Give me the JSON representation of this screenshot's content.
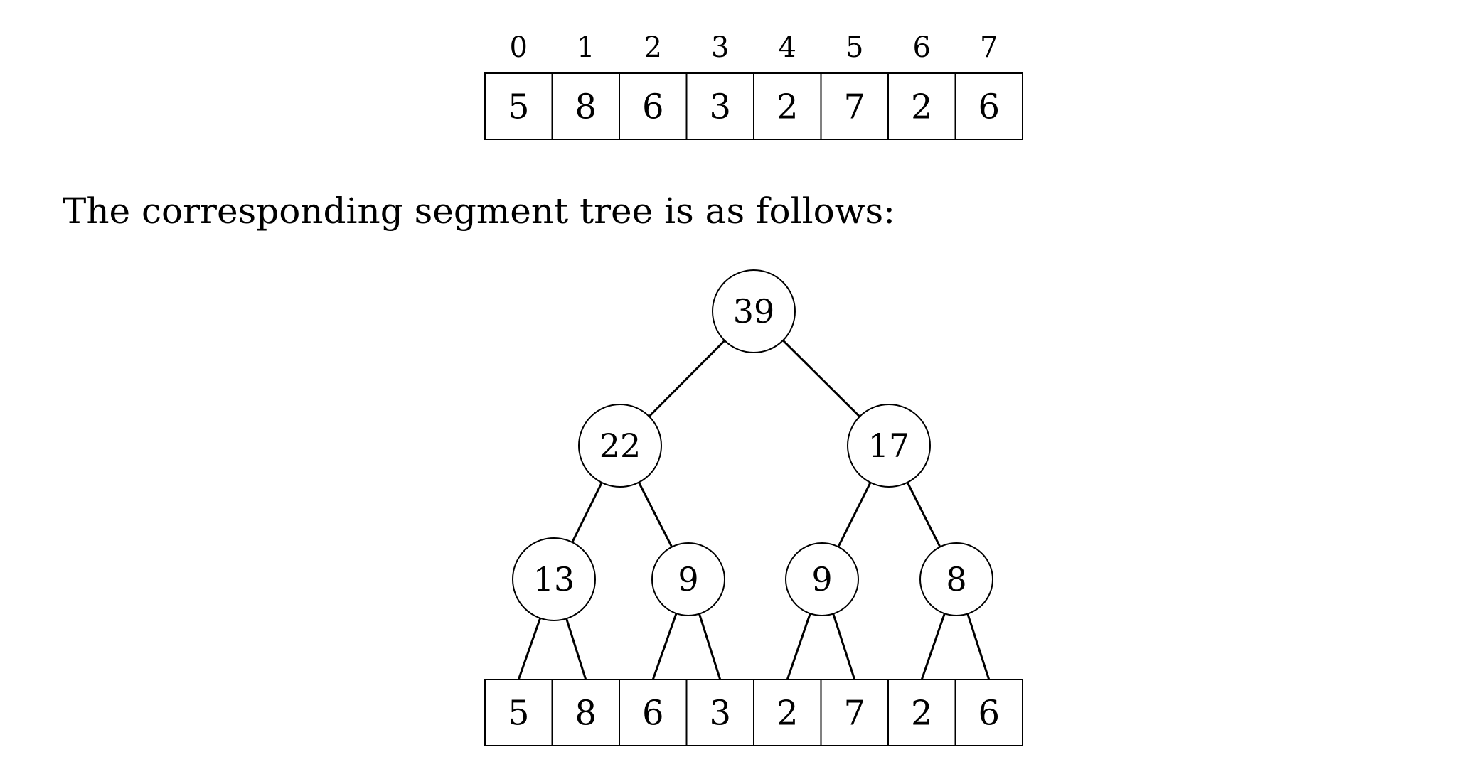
{
  "input_array": {
    "indices": [
      "0",
      "1",
      "2",
      "3",
      "4",
      "5",
      "6",
      "7"
    ],
    "values": [
      "5",
      "8",
      "6",
      "3",
      "2",
      "7",
      "2",
      "6"
    ]
  },
  "caption": "The corresponding segment tree is as follows:",
  "tree": {
    "root": "39",
    "level1": [
      "22",
      "17"
    ],
    "level2": [
      "13",
      "9",
      "9",
      "8"
    ],
    "leaves": [
      "5",
      "8",
      "6",
      "3",
      "2",
      "7",
      "2",
      "6"
    ]
  }
}
